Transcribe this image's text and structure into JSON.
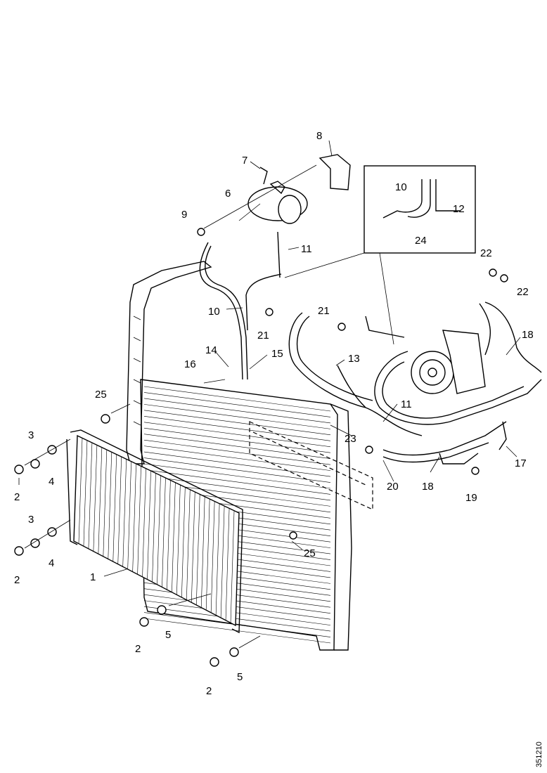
{
  "labels": {
    "l1": "1",
    "l2a": "2",
    "l2b": "2",
    "l2c": "2",
    "l2d": "2",
    "l3a": "3",
    "l3b": "3",
    "l4a": "4",
    "l4b": "4",
    "l5a": "5",
    "l5b": "5",
    "l6": "6",
    "l7": "7",
    "l8": "8",
    "l9": "9",
    "l10a": "10",
    "l10b": "10",
    "l11a": "11",
    "l11b": "11",
    "l12": "12",
    "l13": "13",
    "l14": "14",
    "l15": "15",
    "l16": "16",
    "l17": "17",
    "l18a": "18",
    "l18b": "18",
    "l19": "19",
    "l20": "20",
    "l21a": "21",
    "l21b": "21",
    "l22a": "22",
    "l22b": "22",
    "l23": "23",
    "l24": "24",
    "l25a": "25",
    "l25b": "25"
  },
  "doc_id": "351210"
}
